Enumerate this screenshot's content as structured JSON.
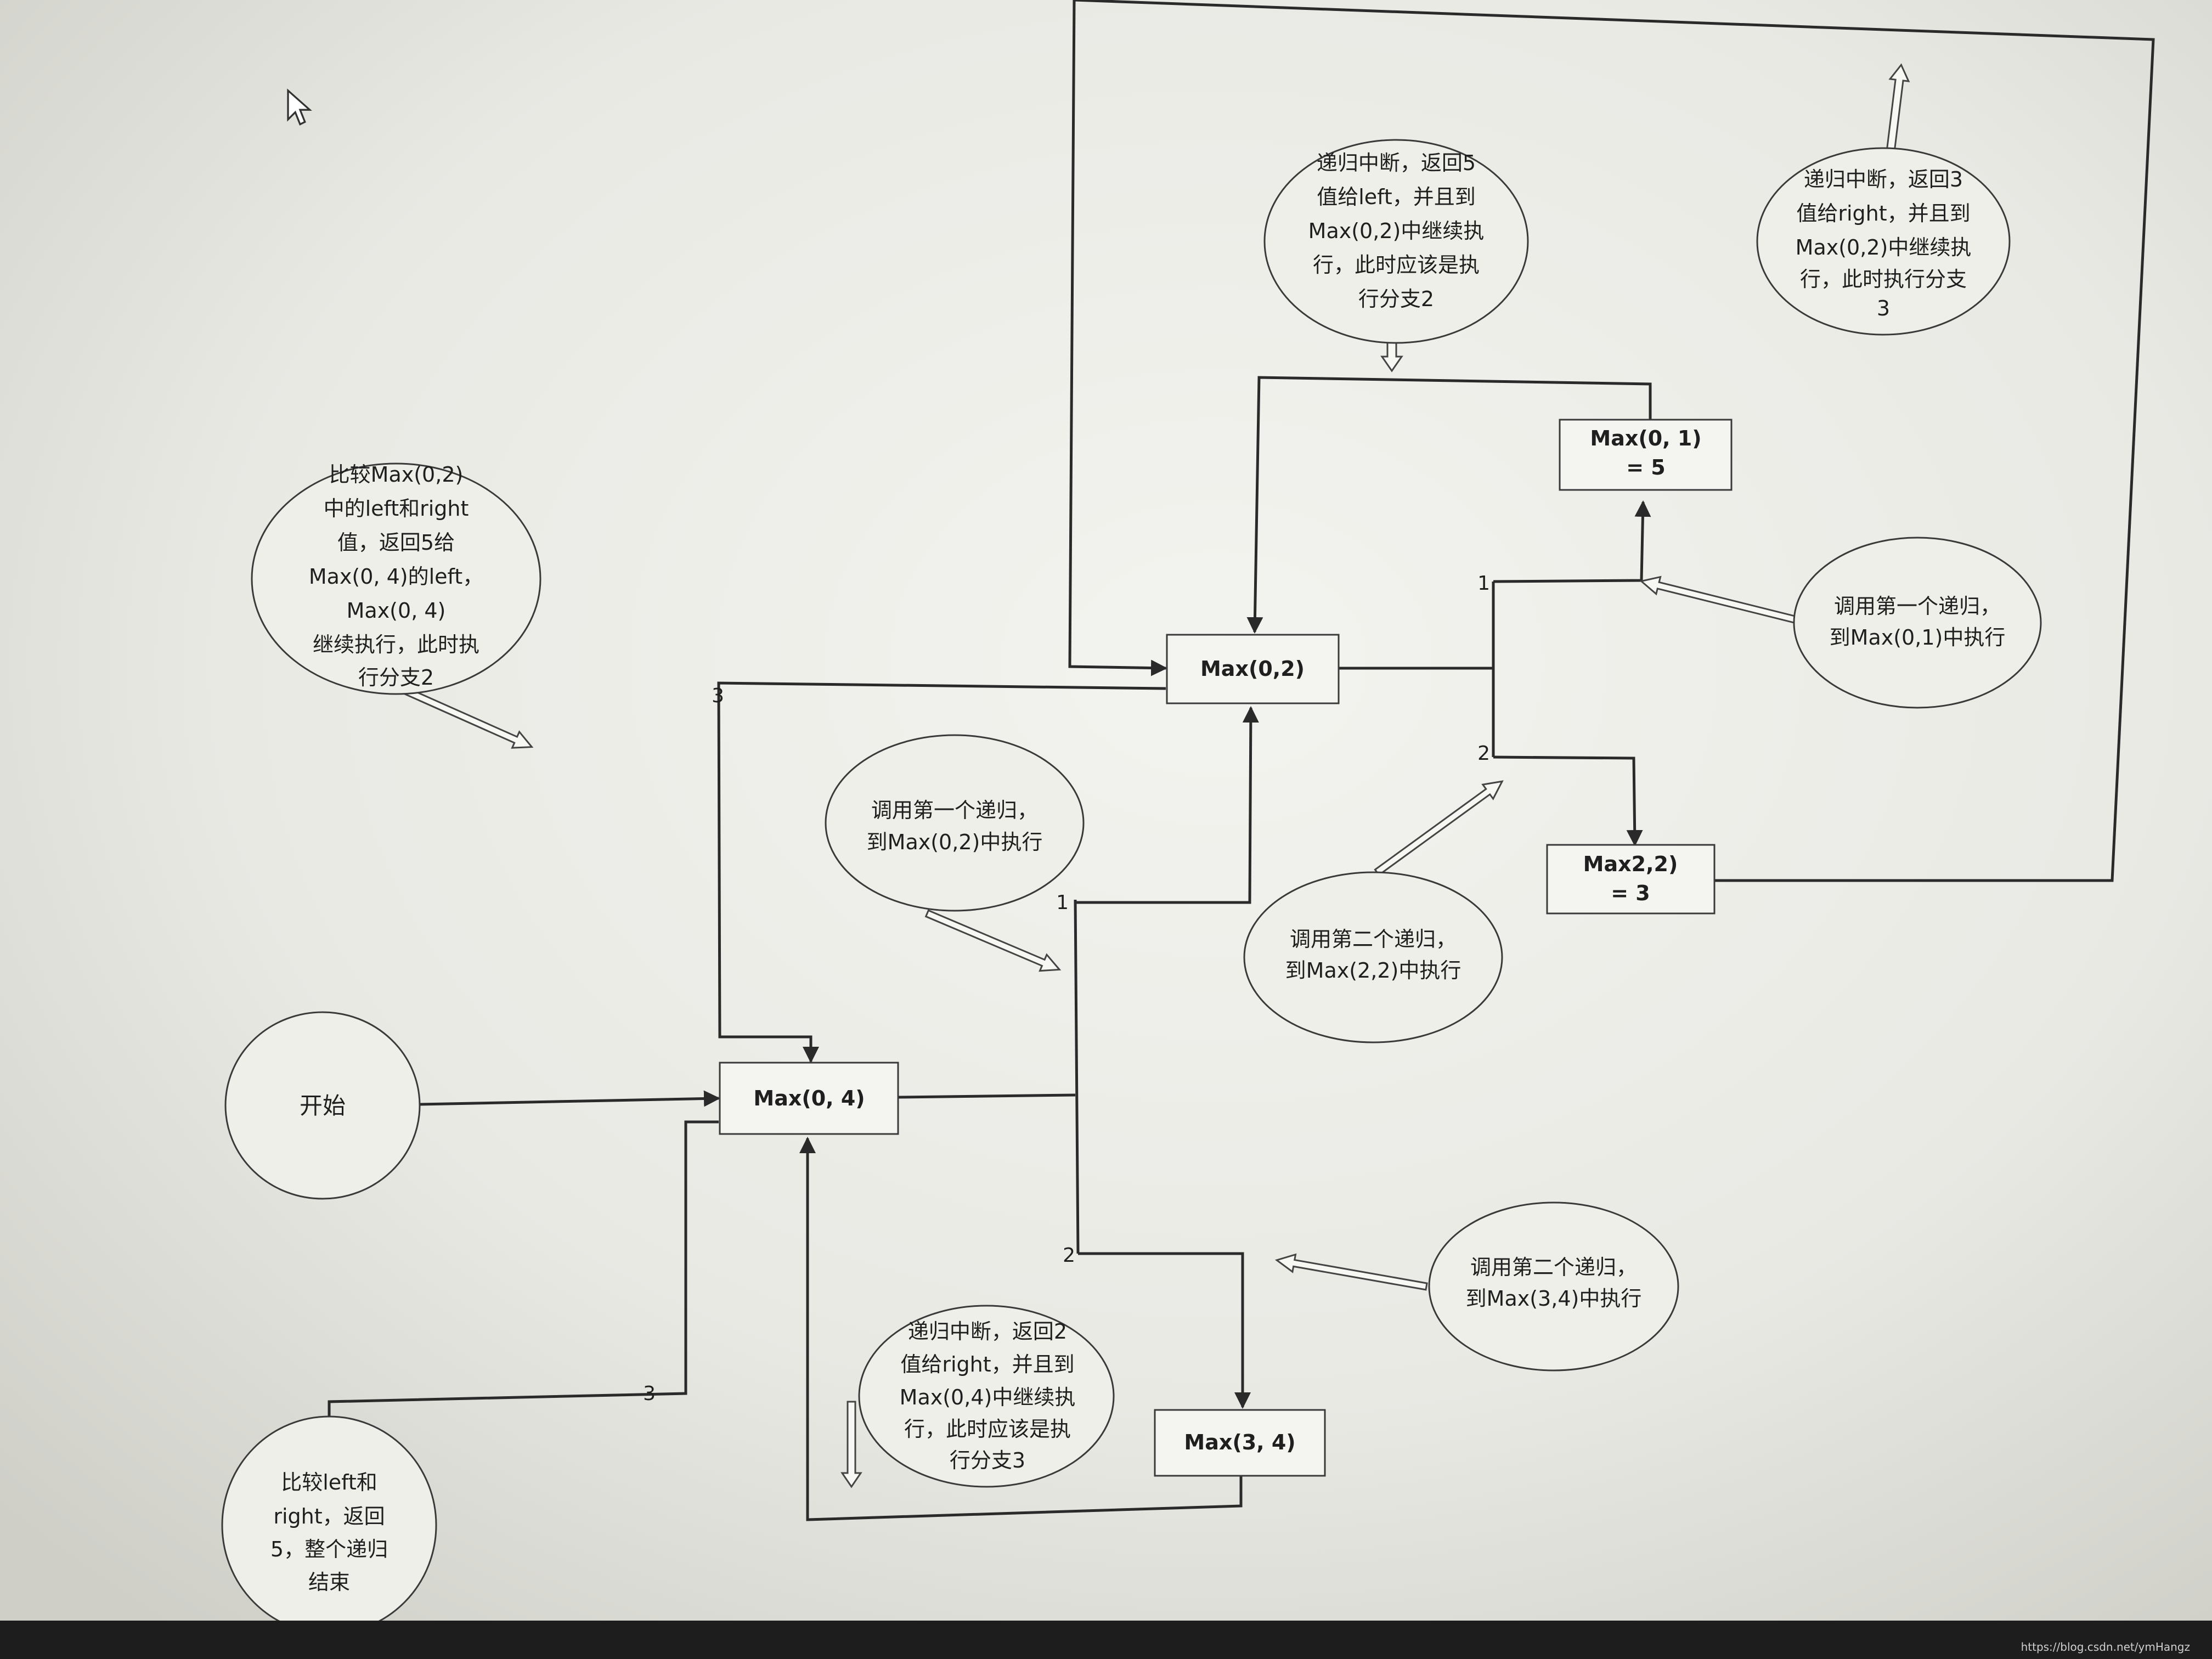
{
  "start": {
    "label": "开始"
  },
  "nodes": {
    "max04": "Max(0, 4)",
    "max02": "Max(0,2)",
    "max01": [
      "Max(0, 1)",
      "= 5"
    ],
    "max22": [
      "Max2,2)",
      "= 3"
    ],
    "max34": "Max(3, 4)"
  },
  "branches": {
    "b04_1": "1",
    "b04_2": "2",
    "b04_3": "3",
    "b02_1": "1",
    "b02_2": "2",
    "b02_3": "3"
  },
  "callouts": {
    "call_first_02": [
      "调用第一个递归，",
      "到Max(0,2)中执行"
    ],
    "call_first_01": [
      "调用第一个递归，",
      "到Max(0,1)中执行"
    ],
    "call_second_22": [
      "调用第二个递归，",
      "到Max(2,2)中执行"
    ],
    "call_second_34": [
      "调用第二个递归，",
      "到Max(3,4)中执行"
    ],
    "return5": [
      "递归中断，返回5",
      "值给left，并且到",
      "Max(0,2)中继续执",
      "行，此时应该是执",
      "行分支2"
    ],
    "return3": [
      "递归中断，返回3",
      "值给right，并且到",
      "Max(0,2)中继续执",
      "行，此时执行分支",
      "3"
    ],
    "compare02": [
      "比较Max(0,2)",
      "中的left和right",
      "值，返回5给",
      "Max(0, 4)的left，",
      "Max(0, 4)",
      "继续执行，此时执",
      "行分支2"
    ],
    "return2": [
      "递归中断，返回2",
      "值给right，并且到",
      "Max(0,4)中继续执",
      "行，此时应该是执",
      "行分支3"
    ],
    "end": [
      "比较left和",
      "right，返回",
      "5，整个递归",
      "结束"
    ]
  },
  "footer": "https://blog.csdn.net/ymHangz"
}
